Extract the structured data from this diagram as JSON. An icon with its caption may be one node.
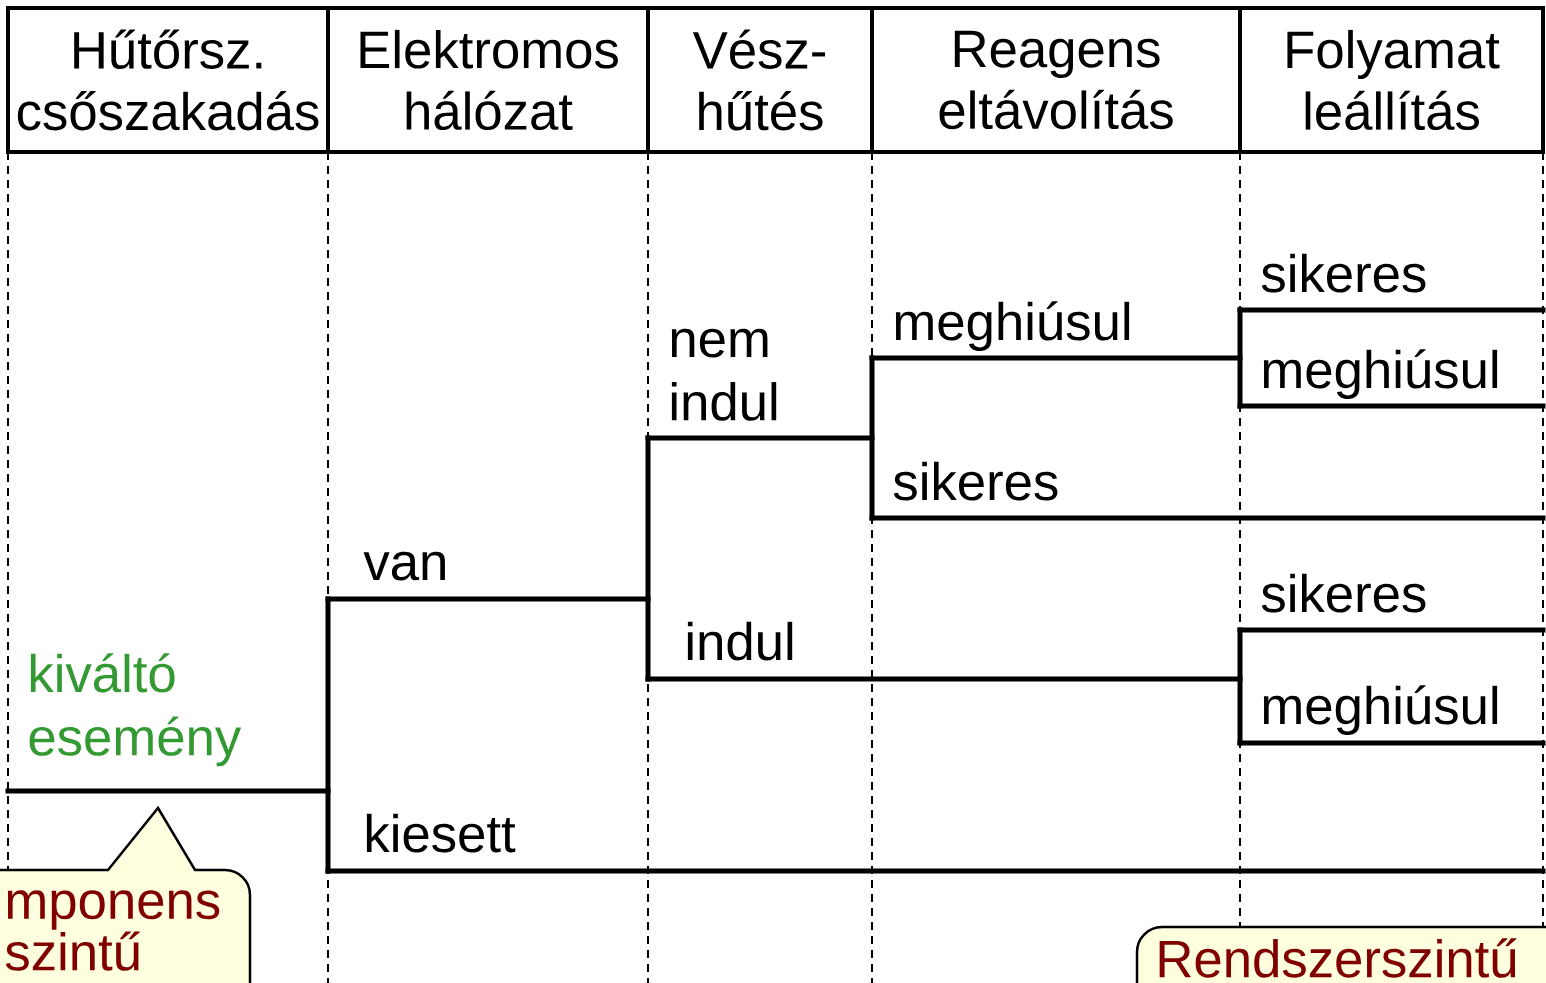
{
  "diagram": {
    "nodes": [
      {
        "text": [
          "Hűtőrsz. csőszakadás"
        ]
      },
      {
        "text": [
          "Elektromos hálózat"
        ]
      },
      {
        "text": [
          "Vész- hűtés"
        ]
      },
      {
        "text": [
          "Reagens eltávolítás"
        ]
      },
      {
        "text": [
          "Folyamat leállítás"
        ]
      },
      {
        "text": [
          "mponens szintű"
        ]
      },
      {
        "text": [
          "Rendszerszintű"
        ]
      }
    ],
    "labels": [
      "kiváltó esemény",
      "van",
      "kiesett",
      "nem indul",
      "indul",
      "meghiúsul",
      "sikeres",
      "sikeres",
      "meghiúsul",
      "sikeres",
      "meghiúsul"
    ]
  }
}
